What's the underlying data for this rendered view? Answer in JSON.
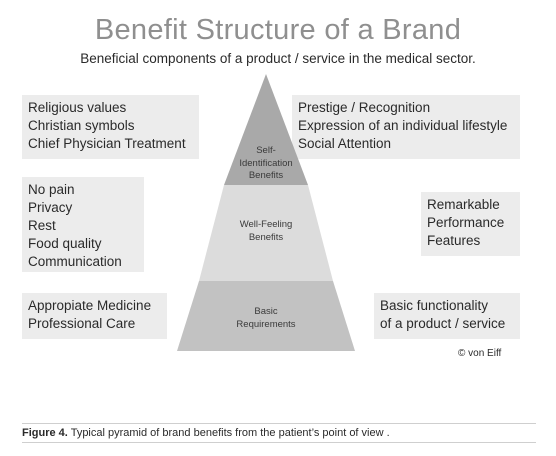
{
  "title": "Benefit Structure of a Brand",
  "subtitle": "Beneficial components of a product / service in the medical sector.",
  "pyramid": {
    "top_label": [
      "Self-",
      "Identification",
      "Benefits"
    ],
    "middle_label": [
      "Well-Feeling",
      "Benefits"
    ],
    "bottom_label": [
      "Basic",
      "Requirements"
    ]
  },
  "left_boxes": [
    [
      "Religious values",
      "Christian symbols",
      "Chief Physician Treatment"
    ],
    [
      "No pain",
      "Privacy",
      "Rest",
      "Food quality",
      "Communication"
    ],
    [
      "Appropiate Medicine",
      "Professional Care"
    ]
  ],
  "right_boxes": [
    [
      "Prestige / Recognition",
      "Expression of an individual lifestyle",
      "Social Attention"
    ],
    [
      "Remarkable",
      "Performance",
      "Features"
    ],
    [
      "Basic functionality",
      "of a product / service"
    ]
  ],
  "copyright": "© von Eiff",
  "caption": {
    "label": "Figure 4.",
    "text": " Typical pyramid of brand benefits from the patient’s point of view ."
  },
  "colors": {
    "title": "#8f8f8f",
    "box_background": "#ececec",
    "tier_top": "#a9a9a9",
    "tier_middle": "#dcdcdc",
    "tier_bottom": "#c2c2c2"
  }
}
